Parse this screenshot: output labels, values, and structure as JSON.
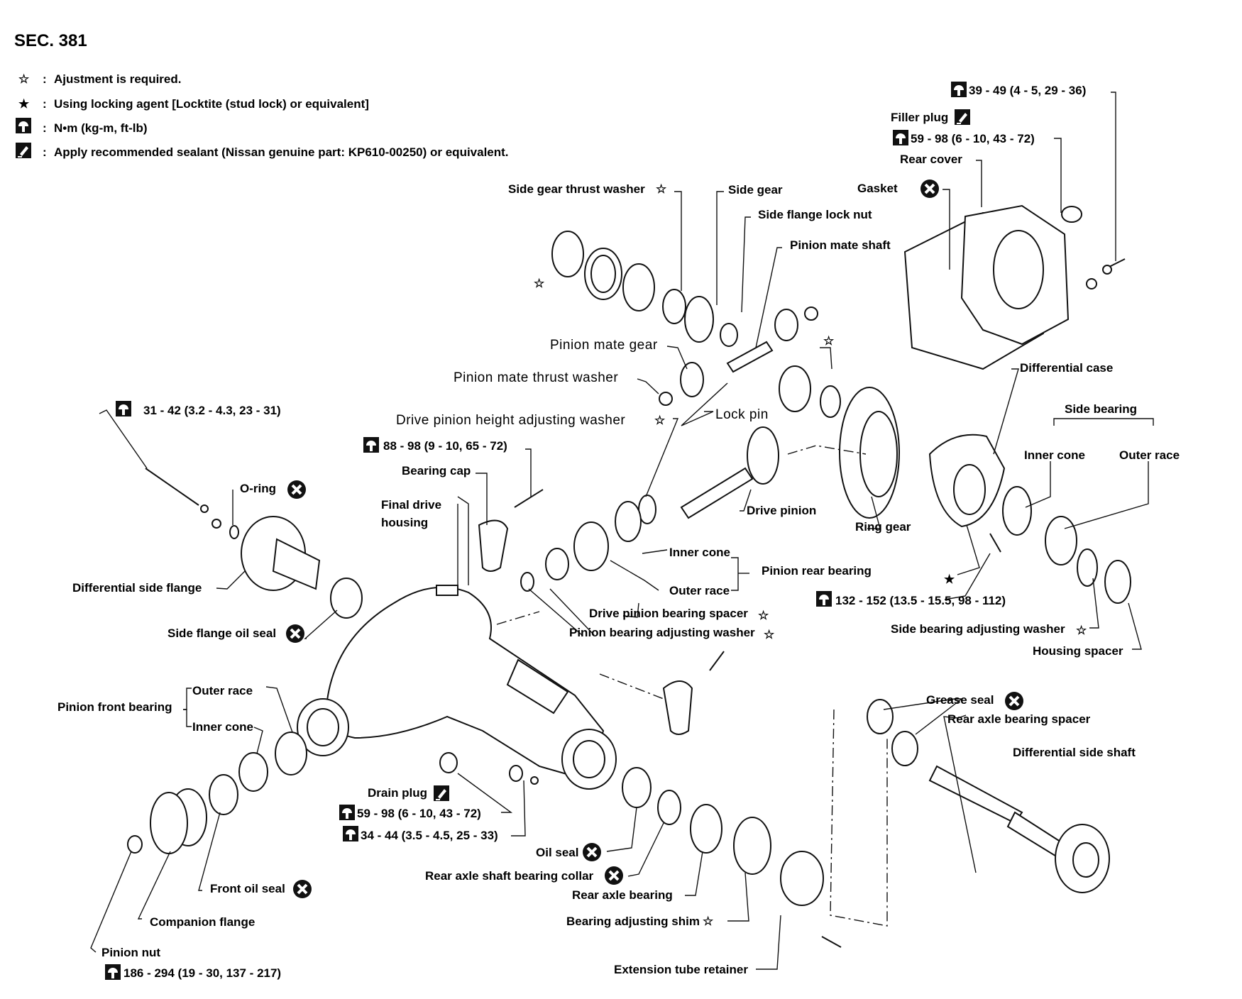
{
  "section": "SEC. 381",
  "legend": [
    {
      "symbol": "☆",
      "sep": ":",
      "text": "Ajustment is required."
    },
    {
      "symbol": "★",
      "sep": ":",
      "text": "Using locking agent [Locktite (stud lock) or equivalent]"
    },
    {
      "symbol": "torque-icon",
      "sep": ":",
      "text": "N•m (kg-m, ft-lb)"
    },
    {
      "symbol": "sealant-icon",
      "sep": ":",
      "text": "Apply recommended sealant (Nissan genuine part: KP610-00250) or equivalent."
    }
  ],
  "labels": {
    "torque_rear_cover_bolt": "39 - 49 (4 - 5, 29 - 36)",
    "filler_plug": "Filler plug",
    "torque_filler_plug": "59 - 98 (6 - 10, 43 - 72)",
    "rear_cover": "Rear cover",
    "gasket": "Gasket",
    "side_gear_thrust_washer": "Side gear thrust washer",
    "side_gear": "Side gear",
    "side_flange_lock_nut": "Side flange lock nut",
    "pinion_mate_shaft": "Pinion mate shaft",
    "pinion_mate_gear": "Pinion mate gear",
    "pinion_mate_thrust_washer": "Pinion mate thrust washer",
    "lock_pin": "Lock pin",
    "differential_case": "Differential case",
    "side_bearing": "Side bearing",
    "inner_cone": "Inner cone",
    "outer_race": "Outer race",
    "torque_side_flange_bolt": "31  -  42  (3.2  -  4.3,  23  -  31)",
    "drive_pinion_height_adjusting_washer": "Drive pinion height adjusting washer",
    "torque_bearing_cap": "88 - 98 (9 - 10, 65 - 72)",
    "bearing_cap": "Bearing cap",
    "o_ring": "O-ring",
    "final_drive_housing_1": "Final drive",
    "final_drive_housing_2": "housing",
    "drive_pinion": "Drive pinion",
    "ring_gear": "Ring gear",
    "differential_side_flange": "Differential side flange",
    "pinion_inner_cone": "Inner cone",
    "pinion_rear_bearing": "Pinion rear bearing",
    "pinion_outer_race": "Outer race",
    "torque_ring_gear": "132 - 152 (13.5 - 15.5, 98 - 112)",
    "drive_pinion_bearing_spacer": "Drive pinion bearing spacer",
    "side_flange_oil_seal": "Side flange oil seal",
    "pinion_bearing_adjusting_washer": "Pinion bearing adjusting washer",
    "side_bearing_adjusting_washer": "Side bearing adjusting washer",
    "housing_spacer": "Housing spacer",
    "pinion_front_bearing": "Pinion front bearing",
    "front_outer_race": "Outer race",
    "front_inner_cone": "Inner cone",
    "grease_seal": "Grease seal",
    "rear_axle_bearing_spacer": "Rear axle bearing spacer",
    "differential_side_shaft": "Differential side shaft",
    "drain_plug": "Drain plug",
    "torque_drain_plug": "59 - 98 (6 - 10, 43 - 72)",
    "torque_nut": "34 - 44 (3.5 - 4.5, 25 - 33)",
    "oil_seal": "Oil seal",
    "rear_axle_shaft_bearing_collar": "Rear axle shaft bearing collar",
    "rear_axle_bearing": "Rear axle bearing",
    "front_oil_seal": "Front oil seal",
    "bearing_adjusting_shim": "Bearing adjusting shim",
    "companion_flange": "Companion flange",
    "extension_tube_retainer": "Extension tube retainer",
    "pinion_nut": "Pinion nut",
    "torque_pinion_nut": "186 - 294 (19 - 30, 137 - 217)"
  },
  "symbols": {
    "adjust": "☆",
    "locking": "★"
  }
}
